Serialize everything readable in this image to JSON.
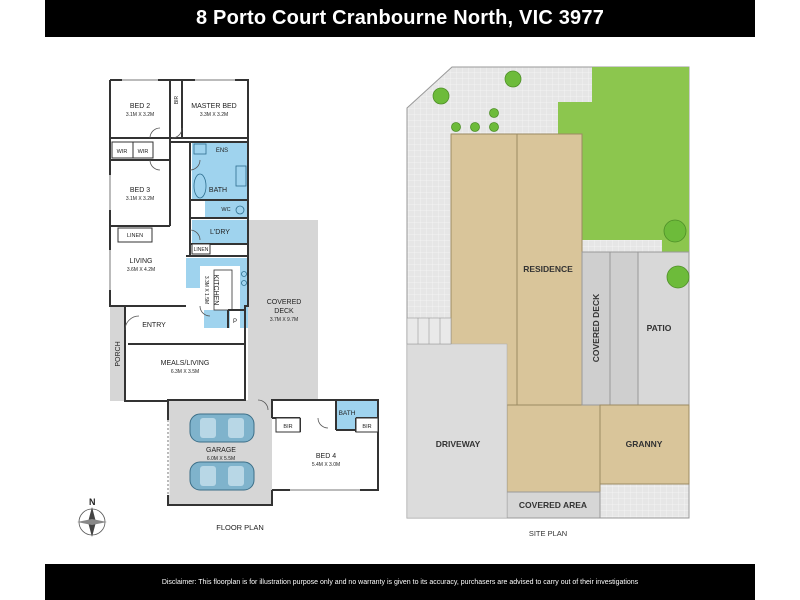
{
  "title": "8 Porto Court Cranbourne North, VIC 3977",
  "disclaimer": "Disclaimer: This floorplan is for illustration purpose only and no warranty is given to its accuracy, purchasers are advised to carry out of their investigations",
  "floor_plan": {
    "caption": "FLOOR PLAN",
    "north_label": "N",
    "rooms": {
      "bed2": {
        "name": "BED 2",
        "dims": "3.1M X 3.2M"
      },
      "bir_top": {
        "name": "BIR"
      },
      "master_bed": {
        "name": "MASTER BED",
        "dims": "3.3M X 3.2M"
      },
      "wir1": {
        "name": "WIR"
      },
      "wir2": {
        "name": "WIR"
      },
      "ens": {
        "name": "ENS"
      },
      "bed3": {
        "name": "BED 3",
        "dims": "3.1M X 3.2M"
      },
      "bath": {
        "name": "BATH"
      },
      "wc": {
        "name": "WC"
      },
      "linen1": {
        "name": "LINEN"
      },
      "ldry": {
        "name": "L'DRY"
      },
      "linen2": {
        "name": "LINEN"
      },
      "living": {
        "name": "LIVING",
        "dims": "3.6M X 4.2M"
      },
      "kitchen": {
        "name": "KITCHEN",
        "dims": "3.3M X 1.5M"
      },
      "covered_deck": {
        "name1": "COVERED",
        "name2": "DECK",
        "dims": "3.7M X 9.7M"
      },
      "entry": {
        "name": "ENTRY"
      },
      "pantry": {
        "name": "P"
      },
      "porch": {
        "name": "PORCH"
      },
      "meals_living": {
        "name": "MEALS/LIVING",
        "dims": "6.3M X 3.5M"
      },
      "bath2": {
        "name": "BATH"
      },
      "bir2": {
        "name": "BIR"
      },
      "bir3": {
        "name": "BIR"
      },
      "garage": {
        "name": "GARAGE",
        "dims": "6.0M X 5.5M"
      },
      "bed4": {
        "name": "BED 4",
        "dims": "5.4M X 3.0M"
      }
    }
  },
  "site_plan": {
    "caption": "SITE PLAN",
    "labels": {
      "residence": "RESIDENCE",
      "covered_deck": "COVERED DECK",
      "patio": "PATIO",
      "driveway": "DRIVEWAY",
      "granny": "GRANNY",
      "covered_area": "COVERED AREA"
    }
  },
  "colors": {
    "wet_area": "#9fd3ee",
    "deck_grey": "#d6d6d6",
    "lawn_green": "#8cc64e",
    "building_tan": "#d9c59a",
    "site_grey": "#e4e4e4",
    "tree_green": "#6dbb3a"
  }
}
